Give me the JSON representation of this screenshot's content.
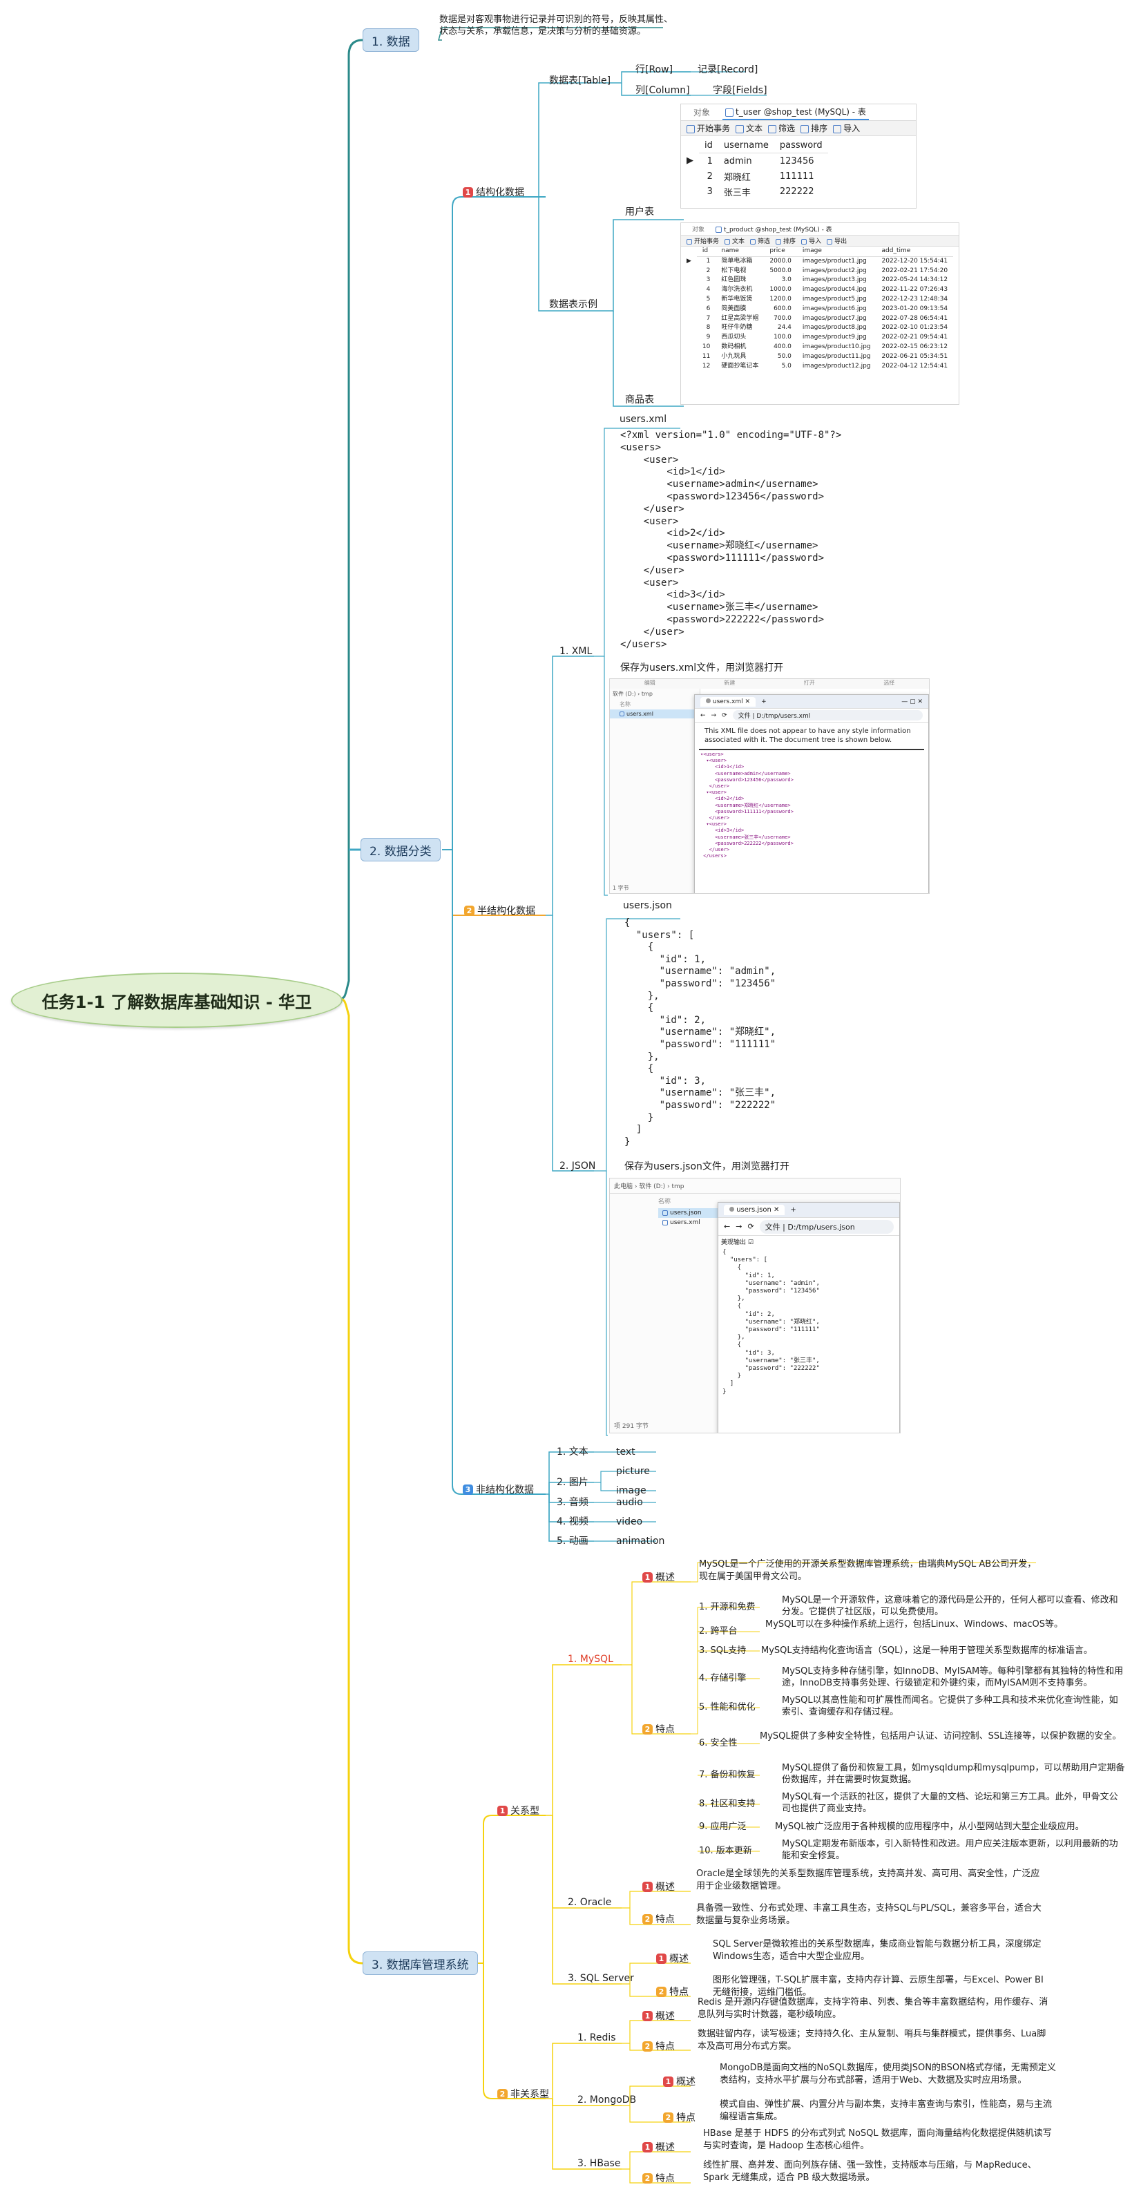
{
  "root": {
    "label": "任务1-1 了解数据库基础知识 - 华卫"
  },
  "s1": {
    "label": "1. 数据",
    "desc": "数据是对客观事物进行记录并可识别的符号，反映其属性、状态与关系，承载信息，是决策与分析的基础资源。"
  },
  "s2": {
    "label": "2. 数据分类",
    "structured": {
      "badge": "1",
      "label": "结构化数据",
      "table_label": "数据表[Table]",
      "row": "行[Row]",
      "record": "记录[Record]",
      "col": "列[Column]",
      "field": "字段[Fields]",
      "example_label": "数据表示例",
      "users_table": "用户表",
      "products_table": "商品表",
      "user_shot": {
        "tab_object": "对象",
        "tab_title": "t_user @shop_test (MySQL) - 表",
        "toolbar": [
          "开始事务",
          "文本",
          "筛选",
          "排序",
          "导入"
        ],
        "headers": [
          "id",
          "username",
          "password"
        ],
        "rows": [
          [
            "1",
            "admin",
            "123456"
          ],
          [
            "2",
            "郑晓红",
            "111111"
          ],
          [
            "3",
            "张三丰",
            "222222"
          ]
        ]
      },
      "product_shot": {
        "tab_object": "对象",
        "tab_title": "t_product @shop_test (MySQL) - 表",
        "toolbar": [
          "开始事务",
          "文本",
          "筛选",
          "排序",
          "导入",
          "导出"
        ],
        "headers": [
          "id",
          "name",
          "price",
          "image",
          "add_time"
        ],
        "rows": [
          [
            "1",
            "简单电冰箱",
            "2000.0",
            "images/product1.jpg",
            "2022-12-20 15:54:41"
          ],
          [
            "2",
            "松下电视",
            "5000.0",
            "images/product2.jpg",
            "2022-02-21 17:54:20"
          ],
          [
            "3",
            "红色圆珠",
            "3.0",
            "images/product3.jpg",
            "2022-05-24 14:34:12"
          ],
          [
            "4",
            "海尔洗衣机",
            "1000.0",
            "images/product4.jpg",
            "2022-11-22 07:26:43"
          ],
          [
            "5",
            "新华电饭煲",
            "1200.0",
            "images/product5.jpg",
            "2022-12-23 12:48:34"
          ],
          [
            "6",
            "简美面膜",
            "600.0",
            "images/product6.jpg",
            "2023-01-20 09:13:54"
          ],
          [
            "7",
            "红星高梁学帽",
            "700.0",
            "images/product7.jpg",
            "2022-07-28 06:54:41"
          ],
          [
            "8",
            "旺仔牛奶糖",
            "24.4",
            "images/product8.jpg",
            "2022-02-10 01:23:54"
          ],
          [
            "9",
            "西瓜切头",
            "100.0",
            "images/product9.jpg",
            "2022-02-21 09:54:41"
          ],
          [
            "10",
            "数码相机",
            "400.0",
            "images/product10.jpg",
            "2022-02-15 06:23:12"
          ],
          [
            "11",
            "小九玩具",
            "50.0",
            "images/product11.jpg",
            "2022-06-21 05:34:51"
          ],
          [
            "12",
            "硬面抄笔记本",
            "5.0",
            "images/product12.jpg",
            "2022-04-12 12:54:41"
          ]
        ]
      }
    },
    "semi": {
      "badge": "2",
      "label": "半结构化数据",
      "xml": {
        "label": "1. XML",
        "file": "users.xml",
        "code": "<?xml version=\"1.0\" encoding=\"UTF-8\"?>\n<users>\n    <user>\n        <id>1</id>\n        <username>admin</username>\n        <password>123456</password>\n    </user>\n    <user>\n        <id>2</id>\n        <username>郑晓红</username>\n        <password>111111</password>\n    </user>\n    <user>\n        <id>3</id>\n        <username>张三丰</username>\n        <password>222222</password>\n    </user>\n</users>",
        "note": "保存为users.xml文件，用浏览器打开",
        "shot": {
          "explorer_path": "软件 (D:)  ›  tmp",
          "explorer_item": "users.xml",
          "explorer_col": "名称",
          "status": "1 字节",
          "tab": "users.xml",
          "address_label": "文件",
          "address": "D:/tmp/users.xml",
          "message": "This XML file does not appear to have any style information associated with it. The document tree is shown below.",
          "tree": "▾<users>\n  ▾<user>\n     <id>1</id>\n     <username>admin</username>\n     <password>123456</password>\n   </user>\n  ▾<user>\n     <id>2</id>\n     <username>郑晓红</username>\n     <password>111111</password>\n   </user>\n  ▾<user>\n     <id>3</id>\n     <username>张三丰</username>\n     <password>222222</password>\n   </user>\n </users>",
          "top_labels": [
            "编辑",
            "新建",
            "打开",
            "选择"
          ]
        }
      },
      "json": {
        "label": "2. JSON",
        "file": "users.json",
        "code": "{\n  \"users\": [\n    {\n      \"id\": 1,\n      \"username\": \"admin\",\n      \"password\": \"123456\"\n    },\n    {\n      \"id\": 2,\n      \"username\": \"郑晓红\",\n      \"password\": \"111111\"\n    },\n    {\n      \"id\": 3,\n      \"username\": \"张三丰\",\n      \"password\": \"222222\"\n    }\n  ]\n}",
        "note": "保存为users.json文件，用浏览器打开",
        "shot": {
          "explorer_path": "此电脑  ›  软件 (D:)  ›  tmp",
          "explorer_col": "名称",
          "explorer_items": [
            "users.json",
            "users.xml"
          ],
          "status": "项  291 字节",
          "tab": "users.json",
          "address_label": "文件",
          "address": "D:/tmp/users.json",
          "pretty": "美观输出 ☑",
          "code": "{\n  \"users\": [\n    {\n      \"id\": 1,\n      \"username\": \"admin\",\n      \"password\": \"123456\"\n    },\n    {\n      \"id\": 2,\n      \"username\": \"郑晓红\",\n      \"password\": \"111111\"\n    },\n    {\n      \"id\": 3,\n      \"username\": \"张三丰\",\n      \"password\": \"222222\"\n    }\n  ]\n}"
        }
      }
    },
    "unstructured": {
      "badge": "3",
      "label": "非结构化数据",
      "items": [
        {
          "label": "1. 文本",
          "en": [
            "text"
          ]
        },
        {
          "label": "2. 图片",
          "en": [
            "picture",
            "image"
          ]
        },
        {
          "label": "3. 音频",
          "en": [
            "audio"
          ]
        },
        {
          "label": "4. 视频",
          "en": [
            "video"
          ]
        },
        {
          "label": "5. 动画",
          "en": [
            "animation"
          ]
        }
      ]
    }
  },
  "s3": {
    "label": "3. 数据库管理系统",
    "relational": {
      "badge": "1",
      "label": "关系型",
      "mysql": {
        "label": "1. MySQL",
        "overview_badge": "1",
        "overview_label": "概述",
        "overview": "MySQL是一个广泛使用的开源关系型数据库管理系统，由瑞典MySQL AB公司开发，现在属于美国甲骨文公司。",
        "features_badge": "2",
        "features_label": "特点",
        "features": [
          {
            "label": "1. 开源和免费",
            "text": "MySQL是一个开源软件，这意味着它的源代码是公开的，任何人都可以查看、修改和分发。它提供了社区版，可以免费使用。"
          },
          {
            "label": "2. 跨平台",
            "text": "MySQL可以在多种操作系统上运行，包括Linux、Windows、macOS等。"
          },
          {
            "label": "3. SQL支持",
            "text": "MySQL支持结构化查询语言（SQL），这是一种用于管理关系型数据库的标准语言。"
          },
          {
            "label": "4. 存储引擎",
            "text": "MySQL支持多种存储引擎，如InnoDB、MyISAM等。每种引擎都有其独特的特性和用途，InnoDB支持事务处理、行级锁定和外键约束，而MyISAM则不支持事务。"
          },
          {
            "label": "5. 性能和优化",
            "text": "MySQL以其高性能和可扩展性而闻名。它提供了多种工具和技术来优化查询性能，如索引、查询缓存和存储过程。"
          },
          {
            "label": "6. 安全性",
            "text": "MySQL提供了多种安全特性，包括用户认证、访问控制、SSL连接等，以保护数据的安全。"
          },
          {
            "label": "7. 备份和恢复",
            "text": "MySQL提供了备份和恢复工具，如mysqldump和mysqlpump，可以帮助用户定期备份数据库，并在需要时恢复数据。"
          },
          {
            "label": "8. 社区和支持",
            "text": "MySQL有一个活跃的社区，提供了大量的文档、论坛和第三方工具。此外，甲骨文公司也提供了商业支持。"
          },
          {
            "label": "9. 应用广泛",
            "text": "MySQL被广泛应用于各种规模的应用程序中，从小型网站到大型企业级应用。"
          },
          {
            "label": "10. 版本更新",
            "text": "MySQL定期发布新版本，引入新特性和改进。用户应关注版本更新，以利用最新的功能和安全修复。"
          }
        ]
      },
      "oracle": {
        "label": "2. Oracle",
        "overview_badge": "1",
        "overview_label": "概述",
        "overview": "Oracle是全球领先的关系型数据库管理系统，支持高并发、高可用、高安全性，广泛应用于企业级数据管理。",
        "features_badge": "2",
        "features_label": "特点",
        "features": "具备强一致性、分布式处理、丰富工具生态，支持SQL与PL/SQL，兼容多平台，适合大数据量与复杂业务场景。"
      },
      "sqlserver": {
        "label": "3. SQL Server",
        "overview_badge": "1",
        "overview_label": "概述",
        "overview": "SQL Server是微软推出的关系型数据库，集成商业智能与数据分析工具，深度绑定Windows生态，适合中大型企业应用。",
        "features_badge": "2",
        "features_label": "特点",
        "features": "图形化管理强，T-SQL扩展丰富，支持内存计算、云原生部署，与Excel、Power BI无缝衔接，运维门槛低。"
      }
    },
    "nonrelational": {
      "badge": "2",
      "label": "非关系型",
      "redis": {
        "label": "1. Redis",
        "overview_badge": "1",
        "overview_label": "概述",
        "overview": "Redis 是开源内存键值数据库，支持字符串、列表、集合等丰富数据结构，用作缓存、消息队列与实时计数器，毫秒级响应。",
        "features_badge": "2",
        "features_label": "特点",
        "features": "数据驻留内存，读写极速；支持持久化、主从复制、哨兵与集群模式，提供事务、Lua脚本及高可用分布式方案。"
      },
      "mongodb": {
        "label": "2. MongoDB",
        "overview_badge": "1",
        "overview_label": "概述",
        "overview": "MongoDB是面向文档的NoSQL数据库，使用类JSON的BSON格式存储，无需预定义表结构，支持水平扩展与分布式部署，适用于Web、大数据及实时应用场景。",
        "features_badge": "2",
        "features_label": "特点",
        "features": "模式自由、弹性扩展、内置分片与副本集，支持丰富查询与索引，性能高，易与主流编程语言集成。"
      },
      "hbase": {
        "label": "3. HBase",
        "overview_badge": "1",
        "overview_label": "概述",
        "overview": "HBase 是基于 HDFS 的分布式列式 NoSQL 数据库，面向海量结构化数据提供随机读写与实时查询，是 Hadoop 生态核心组件。",
        "features_badge": "2",
        "features_label": "特点",
        "features": "线性扩展、高并发、面向列族存储、强一致性，支持版本与压缩，与 MapReduce、Spark 无缝集成，适合 PB 级大数据场景。"
      }
    }
  }
}
